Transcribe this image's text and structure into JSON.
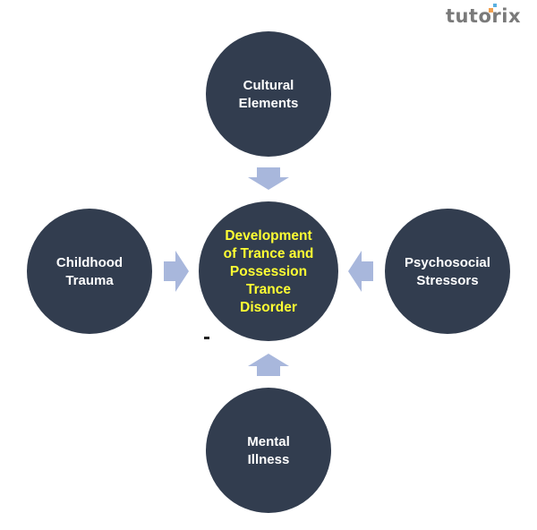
{
  "logo": {
    "text": "tutorix"
  },
  "colors": {
    "node": "#323d4f",
    "center_text": "#ffff33",
    "arrow": "#a8b7dc"
  },
  "center": {
    "lines": [
      "Development",
      "of Trance and",
      "Possession",
      "Trance",
      "Disorder"
    ]
  },
  "nodes": {
    "top": {
      "lines": [
        "Cultural",
        "Elements"
      ]
    },
    "left": {
      "lines": [
        "Childhood",
        "Trauma"
      ]
    },
    "right": {
      "lines": [
        "Psychosocial",
        "Stressors"
      ]
    },
    "bottom": {
      "lines": [
        "Mental",
        "Illness"
      ]
    }
  }
}
